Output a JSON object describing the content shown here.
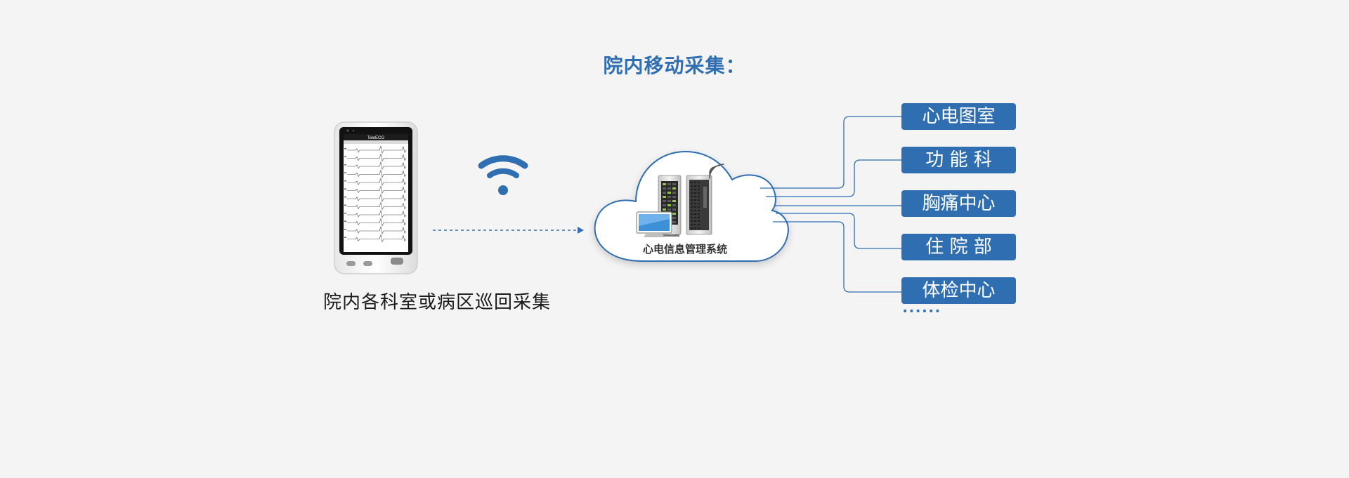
{
  "title": "院内移动采集：",
  "device": {
    "screen_app": "TeleECG",
    "caption": "院内各科室或病区巡回采集"
  },
  "cloud": {
    "label": "心电信息管理系统"
  },
  "departments": [
    {
      "label": "心电图室"
    },
    {
      "label": "功 能 科"
    },
    {
      "label": "胸痛中心"
    },
    {
      "label": "住 院 部"
    },
    {
      "label": "体检中心"
    }
  ],
  "more_indicator": "••••••",
  "colors": {
    "accent": "#2f6eb1",
    "background": "#f4f4f4",
    "caption_text": "#1a1a1a",
    "cloud_fill": "#ffffff"
  }
}
